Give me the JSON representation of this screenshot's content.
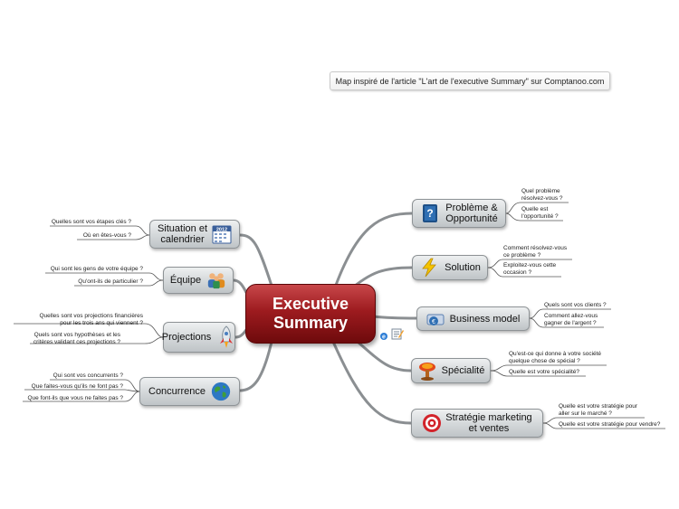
{
  "note": "Map inspiré de l'article \"L'art de l'executive Summary\" sur Comptanoo.com",
  "central": "Executive\nSummary",
  "topics": {
    "probleme": {
      "label": "Problème &\nOpportunité",
      "icon": "book-question-icon",
      "leaves": [
        "Quel problème\nrésolvez-vous ?",
        "Quelle est\nl'opportunité ?"
      ]
    },
    "solution": {
      "label": "Solution",
      "icon": "lightning-icon",
      "leaves": [
        "Comment résolvez-vous\nce problème ?",
        "Exploitez-vous cette\noccasion ?"
      ]
    },
    "business": {
      "label": "Business model",
      "icon": "money-icon",
      "leaves": [
        "Quels sont vos clients ?",
        "Comment allez-vous\ngagner de l'argent ?"
      ]
    },
    "specialite": {
      "label": "Spécialité",
      "icon": "explosion-icon",
      "leaves": [
        "Qu'est-ce qui donne à votre société\nquelque chose de spécial ?",
        "Quelle est votre spécialité?"
      ]
    },
    "strategie": {
      "label": "Stratégie marketing\net ventes",
      "icon": "target-icon",
      "leaves": [
        "Quelle est votre stratégie pour\naller sur le marché ?",
        "Quelle est votre stratégie pour vendre?"
      ]
    },
    "situation": {
      "label": "Situation et\ncalendrier",
      "icon": "calendar-icon",
      "icon_text": "2012",
      "leaves": [
        "Quelles sont vos étapes clés ?",
        "Où en êtes-vous ?"
      ]
    },
    "equipe": {
      "label": "Équipe",
      "icon": "team-icon",
      "leaves": [
        "Qui sont les gens de votre équipe ?",
        "Qu'ont-ils de particulier ?"
      ]
    },
    "projections": {
      "label": "Projections",
      "icon": "rocket-icon",
      "leaves": [
        "Quelles sont vos projections financières\npour les trois ans qui viennent ?",
        "Quels sont vos hypothèses et les\ncritères validant ces projections ?"
      ]
    },
    "concurrence": {
      "label": "Concurrence",
      "icon": "globe-icon",
      "leaves": [
        "Qui sont vos concurrents ?",
        "Que faites-vous qu'ils ne font pas ?",
        "Que font-ils que vous ne faites pas ?"
      ]
    }
  },
  "colors": {
    "central": "#9d1b1f",
    "branch": "#8b8f92",
    "leaf_line": "#555555"
  }
}
